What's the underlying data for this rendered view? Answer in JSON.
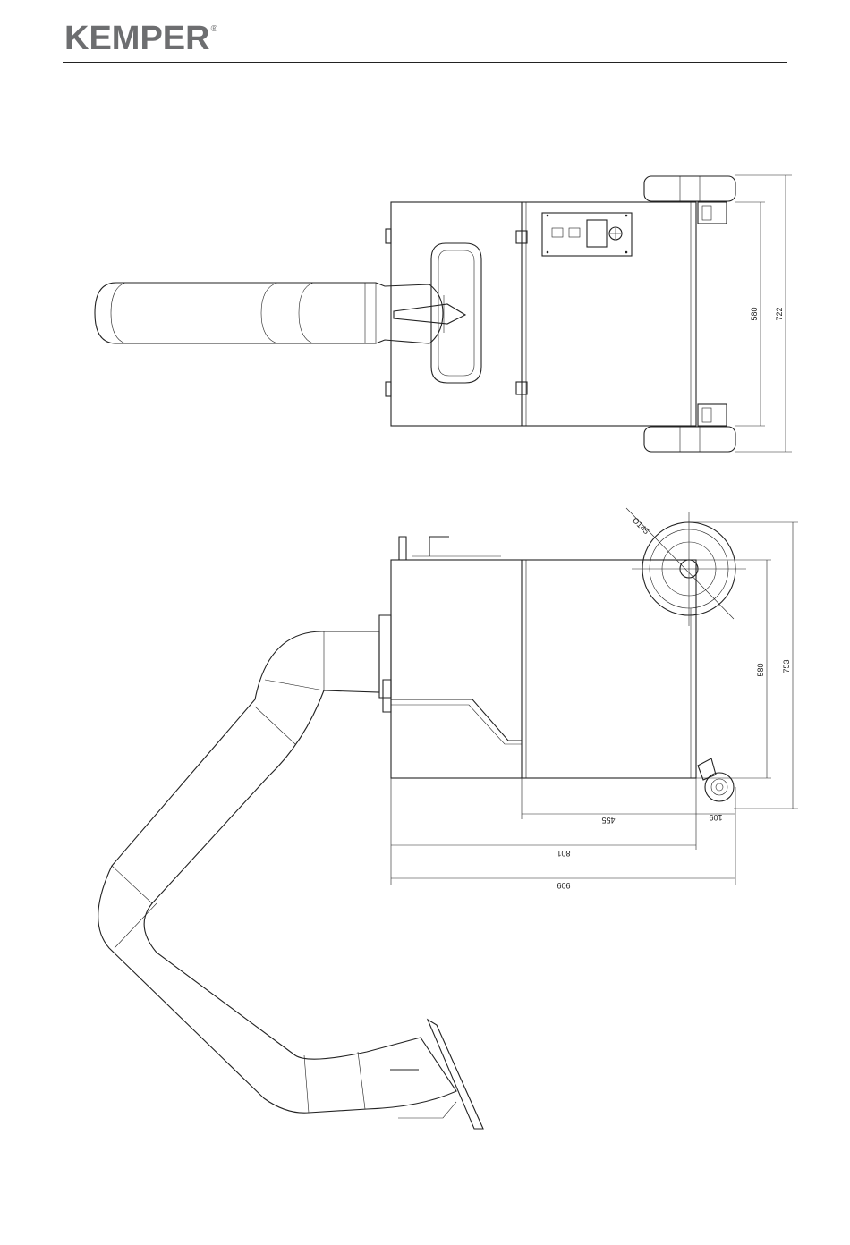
{
  "header": {
    "brand": "KEMPER",
    "registered_mark": "®"
  },
  "top_view": {
    "dimensions": {
      "width_inner": "580",
      "width_outer": "722"
    }
  },
  "side_view": {
    "dimensions": {
      "wheel_diameter": "Ø145",
      "height_body": "580",
      "height_total": "753",
      "length_rear": "455",
      "length_wheel": "109",
      "length_body": "801",
      "length_total": "909"
    }
  }
}
